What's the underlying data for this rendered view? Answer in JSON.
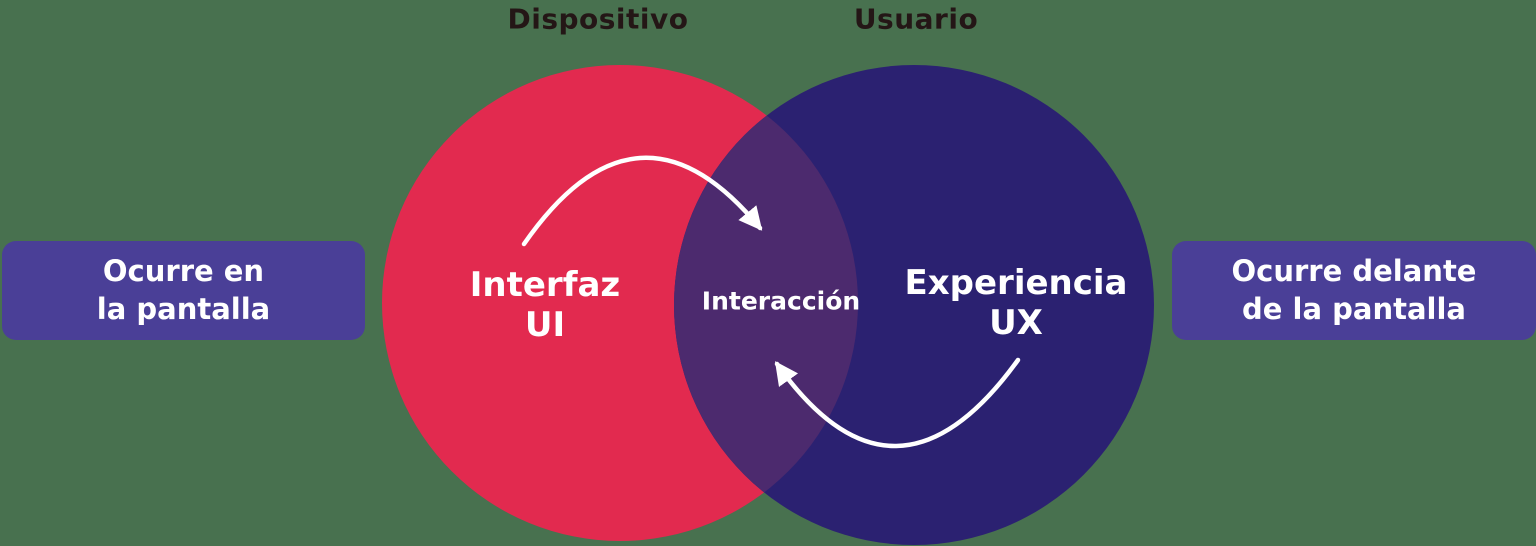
{
  "diagram": {
    "title_semantic": "UI vs UX venn diagram",
    "background_color": "#48714F",
    "top_labels": {
      "left": "Dispositivo",
      "right": "Usuario",
      "text_color": "#241616"
    },
    "venn": {
      "left_circle": {
        "label": "Interfaz\nUI",
        "color": "#E22A4F",
        "text_color": "#FFFFFF"
      },
      "right_circle": {
        "label": "Experiencia\nUX",
        "color": "#2B2171",
        "text_color": "#FFFFFF"
      },
      "overlap": {
        "label": "Interacción",
        "color": "#4C2A6E",
        "text_color": "#FFFFFF"
      },
      "arrows": {
        "color": "#FFFFFF",
        "top_direction": "left-to-right",
        "bottom_direction": "right-to-left"
      }
    },
    "side_boxes": {
      "left": {
        "text": "Ocurre en\nla pantalla",
        "background_color": "#4A3F97",
        "text_color": "#FFFFFF"
      },
      "right": {
        "text": "Ocurre delante\nde la pantalla",
        "background_color": "#4A3F97",
        "text_color": "#FFFFFF"
      }
    }
  }
}
